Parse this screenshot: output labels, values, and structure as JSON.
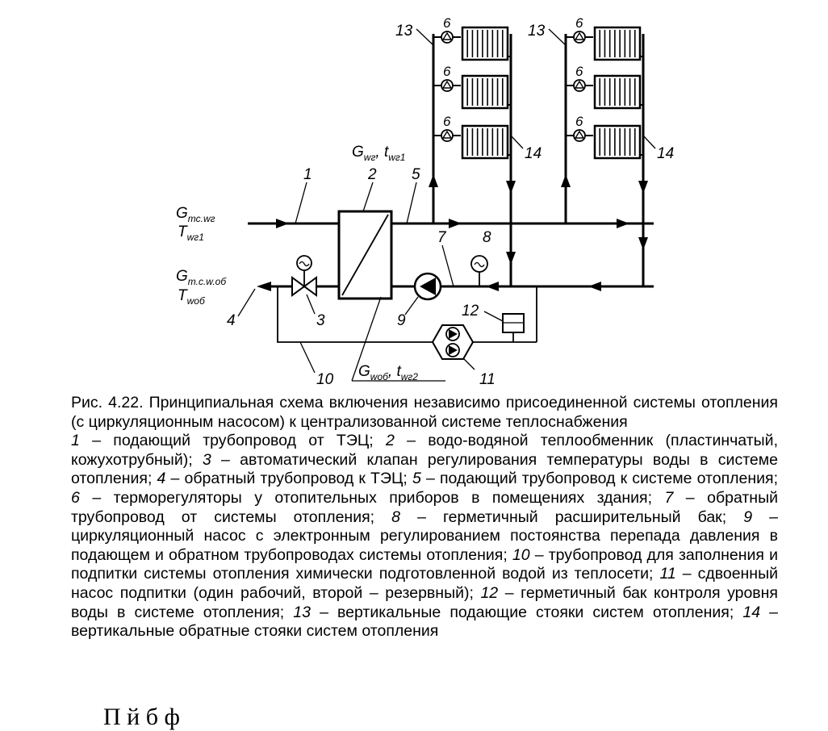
{
  "diagram": {
    "supply_in": {
      "G": "G",
      "G_sub": "тс.wг",
      "T": "T",
      "T_sub": "wг1"
    },
    "return_out": {
      "G": "G",
      "G_sub": "т.с.w.об",
      "T": "T",
      "T_sub": "wоб"
    },
    "secondary": {
      "G": "G",
      "G_sub": "wг",
      "t": "t",
      "t_sub": "wг1"
    },
    "makeup": {
      "G": "G",
      "G_sub": "wоб",
      "t": "t",
      "t_sub": "wг2"
    },
    "numbers": {
      "n1": "1",
      "n2": "2",
      "n3": "3",
      "n4": "4",
      "n5": "5",
      "n6": "6",
      "n7": "7",
      "n8": "8",
      "n9": "9",
      "n10": "10",
      "n11": "11",
      "n12": "12",
      "n13": "13",
      "n14": "14"
    }
  },
  "caption": {
    "title": "Рис. 4.22. Принципиальная схема включения независимо присоединенной системы отопления (с циркуляционным насосом) к централизованной системе теплоснабжения",
    "legend": [
      {
        "num": "1",
        "text": " – подающий трубопровод от ТЭЦ; "
      },
      {
        "num": "2",
        "text": " – водо-водяной теплообменник (пластинчатый, кожухотрубный); "
      },
      {
        "num": "3",
        "text": " – автоматический клапан регулирования температуры воды в системе отопления; "
      },
      {
        "num": "4",
        "text": " – обратный трубопровод к ТЭЦ; "
      },
      {
        "num": "5",
        "text": " – подающий трубопровод к системе отопления; "
      },
      {
        "num": "6",
        "text": " – терморегуляторы у отопительных приборов в помещениях здания; "
      },
      {
        "num": "7",
        "text": " – обратный трубопровод от системы отопления; "
      },
      {
        "num": "8",
        "text": " – герметичный расширительный бак; "
      },
      {
        "num": "9",
        "text": " – циркуляционный насос с электронным регулированием постоянства перепада давления в подающем и обратном трубопроводах системы отопления; "
      },
      {
        "num": "10",
        "text": " – трубопровод для заполнения и подпитки системы отопления химически подготовленной водой из теплосети; "
      },
      {
        "num": "11",
        "text": " – сдвоенный насос подпитки (один рабочий, второй – резервный); "
      },
      {
        "num": "12",
        "text": " – герметичный бак контроля уровня воды в системе отопления; "
      },
      {
        "num": "13",
        "text": " – вертикальные подающие стояки систем отопления; "
      },
      {
        "num": "14",
        "text": " – вертикальные обратные стояки систем отопления"
      }
    ]
  },
  "footer_fragment": "П          й        б          ф"
}
